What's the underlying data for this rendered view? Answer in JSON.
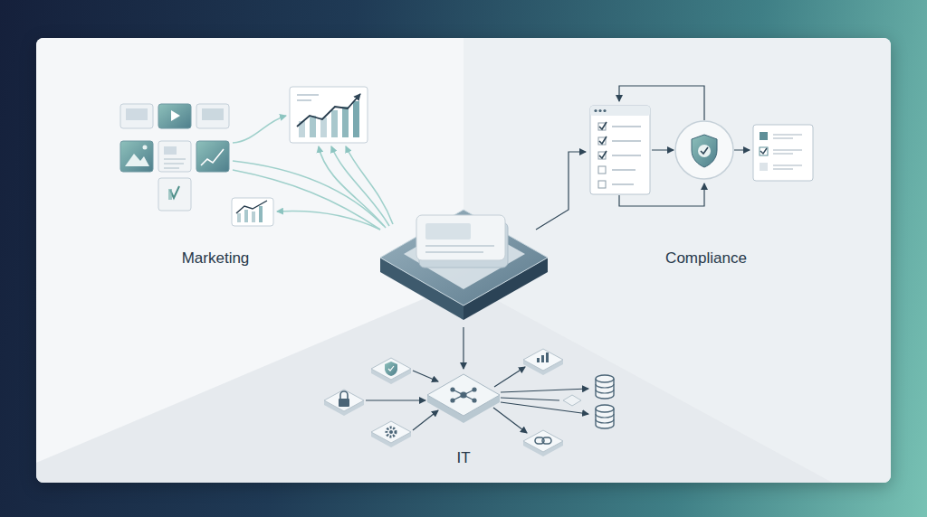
{
  "diagram": {
    "nodes": [
      {
        "text": [
          "Marketing"
        ]
      },
      {
        "text": [
          "Compliance"
        ]
      },
      {
        "text": [
          "IT"
        ]
      }
    ]
  }
}
